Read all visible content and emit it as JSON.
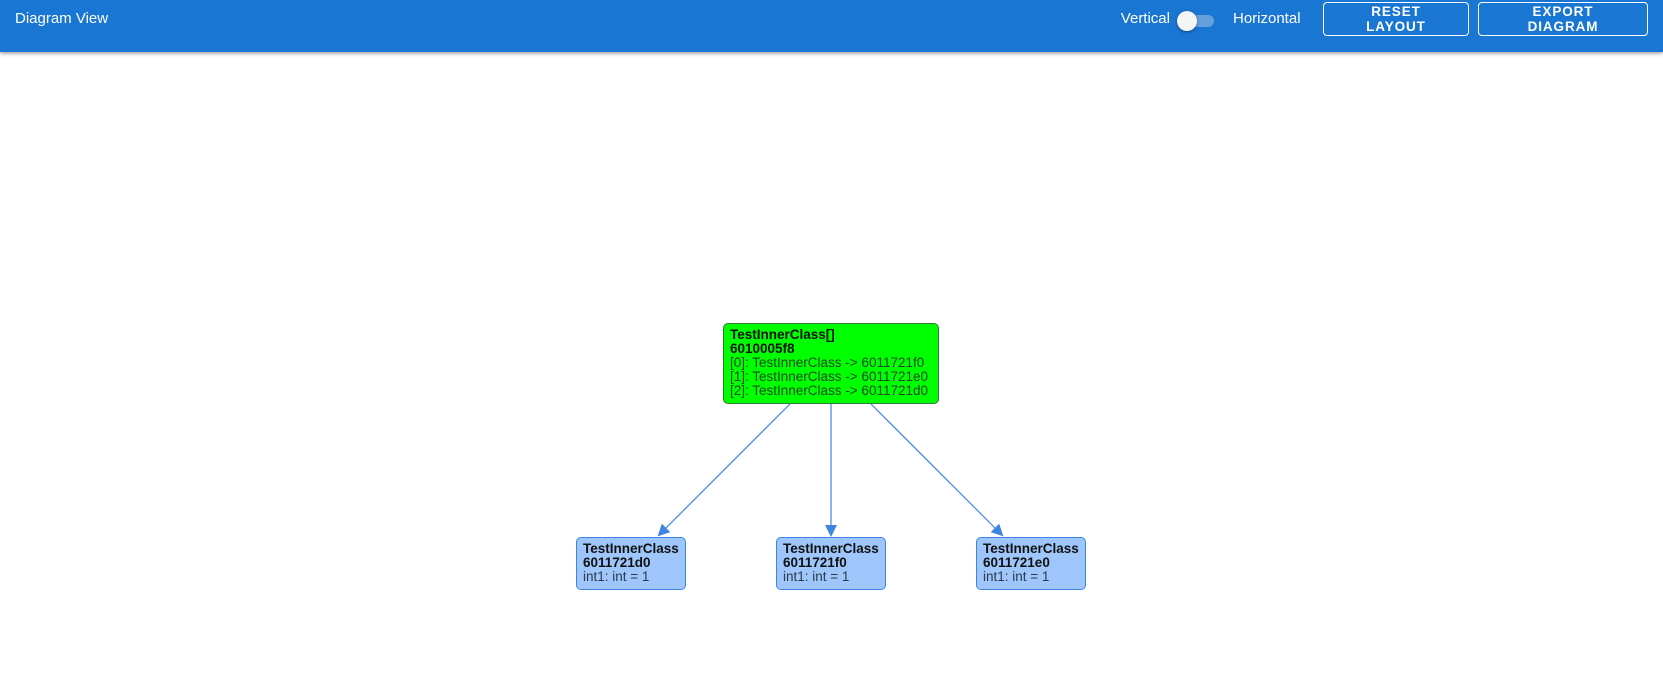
{
  "header": {
    "title": "Diagram View",
    "orientation_vertical": "Vertical",
    "orientation_horizontal": "Horizontal",
    "orientation_toggle_on": false,
    "reset_label": "RESET LAYOUT",
    "export_label": "EXPORT DIAGRAM"
  },
  "diagram": {
    "root": {
      "title": "TestInnerClass[]",
      "address": "6010005f8",
      "fields": [
        "[0]: TestInnerClass -> 6011721f0",
        "[1]: TestInnerClass -> 6011721e0",
        "[2]: TestInnerClass -> 6011721d0"
      ]
    },
    "children": [
      {
        "title": "TestInnerClass",
        "address": "6011721d0",
        "field": "int1: int = 1"
      },
      {
        "title": "TestInnerClass",
        "address": "6011721f0",
        "field": "int1: int = 1"
      },
      {
        "title": "TestInnerClass",
        "address": "6011721e0",
        "field": "int1: int = 1"
      }
    ],
    "edges": [
      {
        "from": "6010005f8",
        "to": "6011721d0"
      },
      {
        "from": "6010005f8",
        "to": "6011721f0"
      },
      {
        "from": "6010005f8",
        "to": "6011721e0"
      }
    ]
  },
  "colors": {
    "toolbar": "#1976d2",
    "root_node": "#00ff00",
    "child_node": "#9ec6fb",
    "edge": "#3d85e0"
  }
}
